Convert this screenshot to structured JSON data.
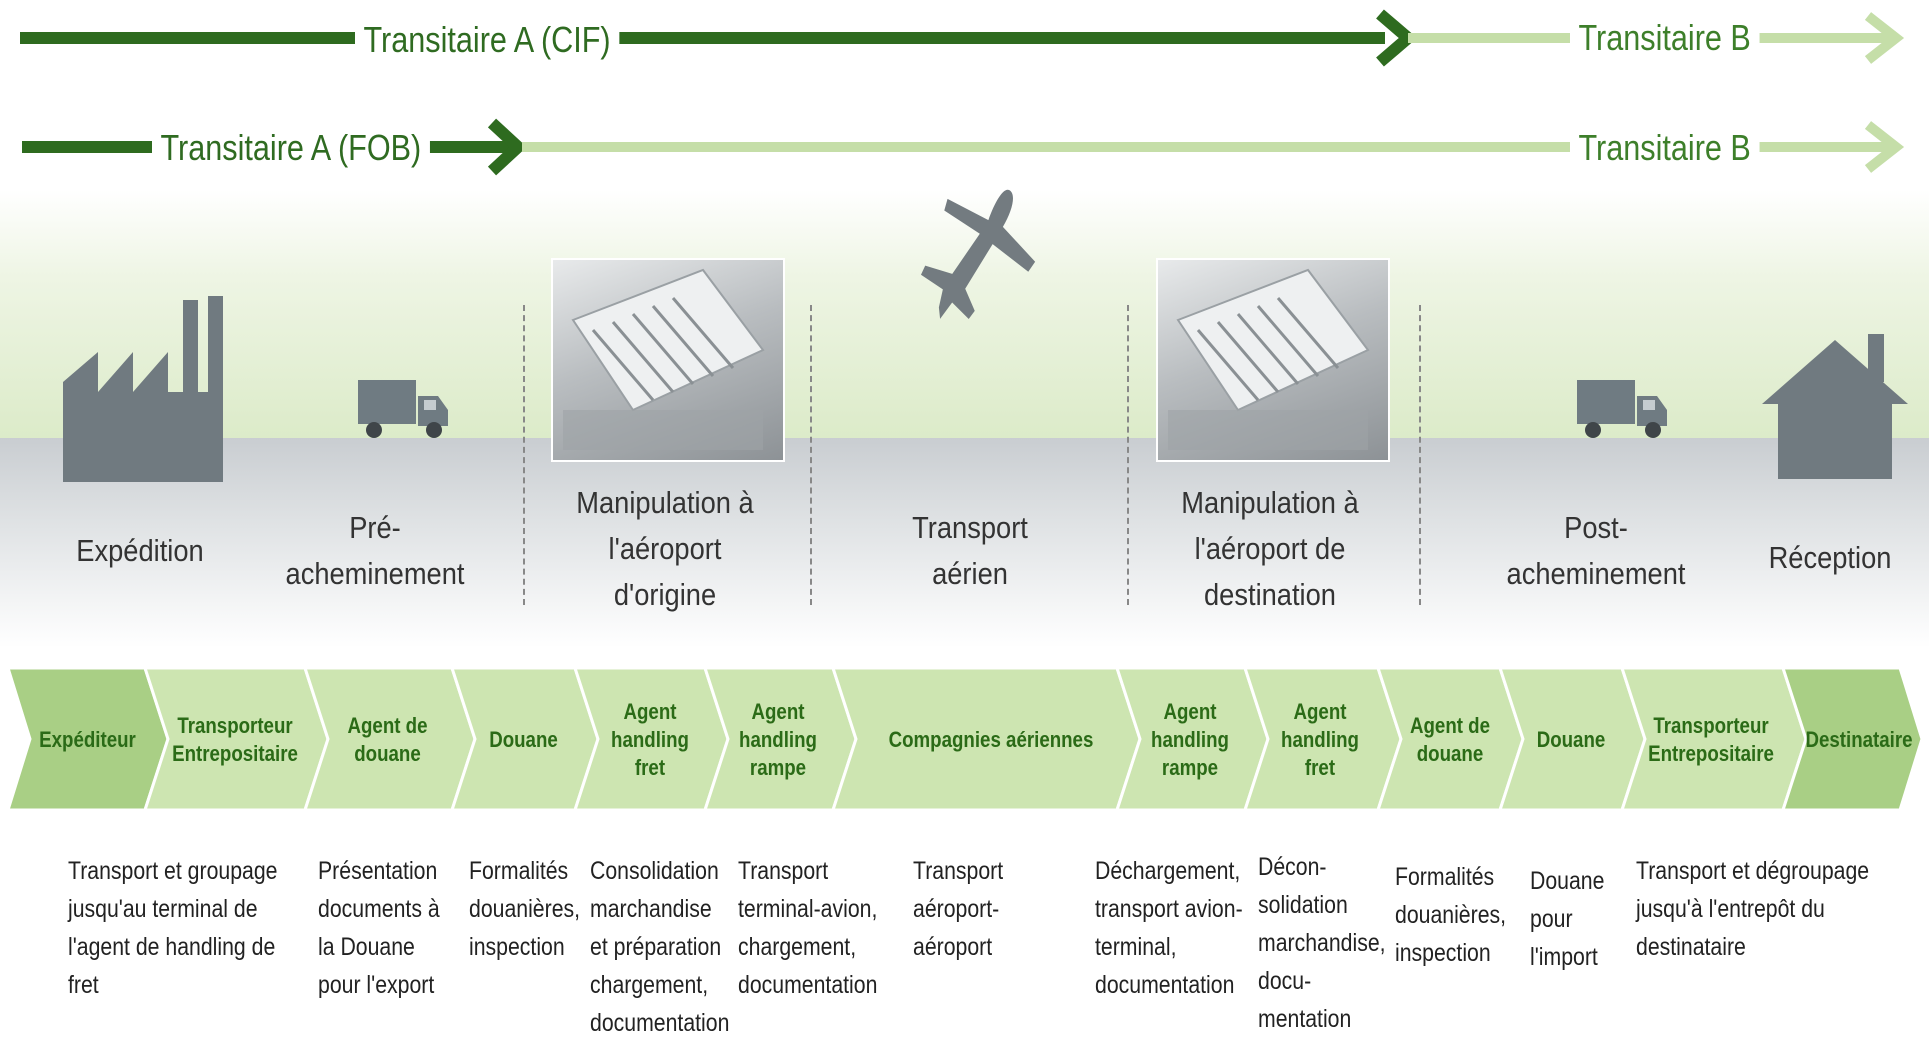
{
  "flows": {
    "cif": {
      "a_label": "Transitaire A (CIF)",
      "b_label": "Transitaire B"
    },
    "fob": {
      "a_label": "Transitaire A (FOB)",
      "b_label": "Transitaire B"
    }
  },
  "stages": [
    "Expédition",
    "Pré-\nacheminement",
    "Manipulation à\nl'aéroport\nd'origine",
    "Transport\naérien",
    "Manipulation à\nl'aéroport de\ndestination",
    "Post-\nacheminement",
    "Réception"
  ],
  "chevrons": [
    "Expéditeur",
    "Transporteur\nEntrepositaire",
    "Agent de\ndouane",
    "Douane",
    "Agent\nhandling\nfret",
    "Agent\nhandling\nrampe",
    "Compagnies aériennes",
    "Agent\nhandling\nrampe",
    "Agent\nhandling\nfret",
    "Agent de\ndouane",
    "Douane",
    "Transporteur\nEntrepositaire",
    "Destinataire"
  ],
  "descriptions": [
    "Transport et groupage\njusqu'au terminal de\nl'agent de handling de\nfret",
    "Présentation\ndocuments à\nla Douane\npour l'export",
    "Formalités\ndouanières,\ninspection",
    "Consolidation\nmarchandise\net préparation\nchargement,\ndocumentation",
    "Transport\nterminal-avion,\nchargement,\ndocumentation",
    "Transport\naéroport-\naéroport",
    "Déchargement,\ntransport avion-\nterminal,\ndocumentation",
    "Décon-\nsolidation\nmarchandise,\ndocu-\nmentation",
    "Formalités\ndouanières,\ninspection",
    "Douane\npour\nl'import",
    "Transport et dégroupage\njusqu'à l'entrepôt du\ndestinataire"
  ],
  "colors": {
    "dark_green": "#2e6b1f",
    "light_green": "#c5dea8",
    "chevron_fill": "#cde5b1",
    "chevron_end_fill": "#a9cf85",
    "icon_grey": "#707a80"
  },
  "icons": [
    "factory-icon",
    "truck-icon",
    "airport-photo",
    "airplane-icon",
    "airport-photo",
    "truck-icon",
    "house-icon"
  ]
}
